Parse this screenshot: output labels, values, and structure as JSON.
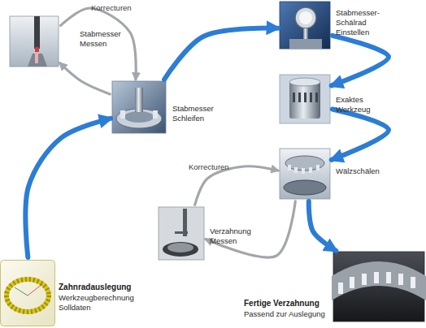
{
  "diagram": {
    "nodes": [
      {
        "text": [
          "Stabmesser Messen"
        ]
      },
      {
        "text": [
          "Stabmesser Schleifen"
        ]
      },
      {
        "text": [
          "Stabmesser-Schälrad Einstellen"
        ]
      },
      {
        "text": [
          "Exaktes Werkzeug"
        ]
      },
      {
        "text": [
          "Wälzschälen"
        ]
      },
      {
        "text": [
          "Verzahnung Messen"
        ]
      },
      {
        "text": [
          "Fertige Verzahnung",
          "Passend zur Auslegung"
        ]
      },
      {
        "text": [
          "Zahnradauslegung",
          "Werkzeugberechnung Solldaten"
        ]
      }
    ],
    "edges": [
      {
        "from": 0,
        "to": 1,
        "label": "Korrecturen",
        "arrow": "to"
      },
      {
        "from": 1,
        "to": 0,
        "arrow": "to"
      },
      {
        "from": 1,
        "to": 2,
        "arrow": "to"
      },
      {
        "from": 2,
        "to": 3,
        "arrow": "to"
      },
      {
        "from": 3,
        "to": 4,
        "arrow": "to"
      },
      {
        "from": 5,
        "to": 4,
        "label": "Korrecturen",
        "arrow": "to"
      },
      {
        "from": 4,
        "to": 5,
        "arrow": "to"
      },
      {
        "from": 4,
        "to": 6,
        "arrow": "to"
      },
      {
        "from": 7,
        "to": 1,
        "arrow": "to"
      }
    ]
  }
}
